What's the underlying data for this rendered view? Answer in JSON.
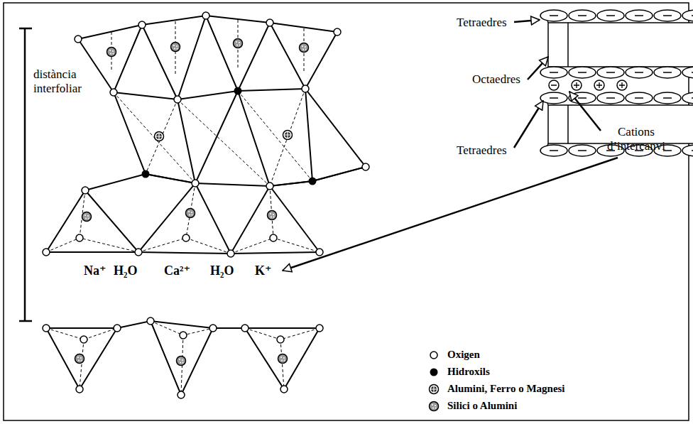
{
  "diagram": {
    "labels": [
      "distància interfoliar",
      "Tetraedres",
      "Octaedres",
      "Tetraedres",
      "Cations d’intercanvi",
      "Na⁺",
      "H₂O",
      "Ca²⁺",
      "H₂O",
      "K⁺"
    ],
    "legend": [
      {
        "text": "Oxigen"
      },
      {
        "text": "Hidroxils"
      },
      {
        "text": "Alumini, Ferro o Magnesi"
      },
      {
        "text": "Silici o Alumini"
      }
    ]
  }
}
